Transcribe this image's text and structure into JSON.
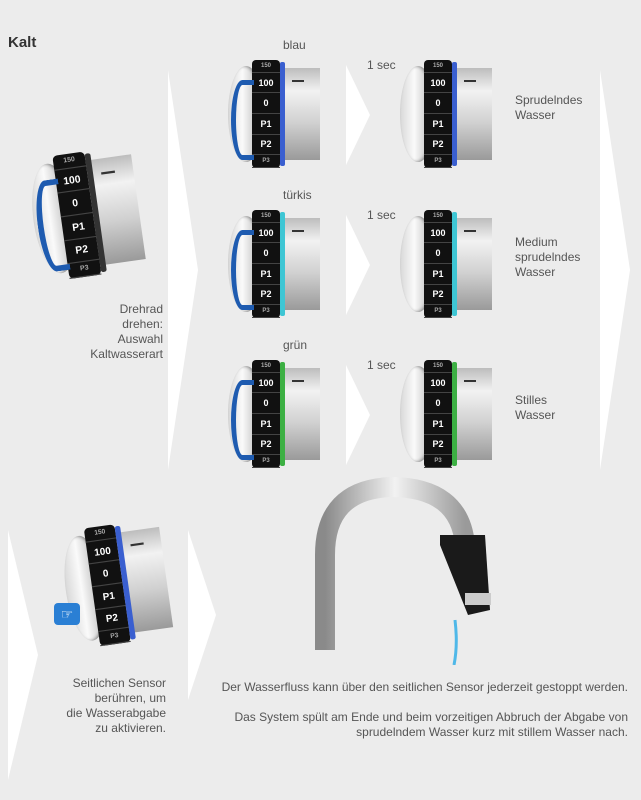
{
  "title": "Kalt",
  "dial": {
    "labels": [
      "150",
      "100",
      "0",
      "P1",
      "P2",
      "P3"
    ]
  },
  "step1_label": [
    "Drehrad",
    "drehen:",
    "Auswahl",
    "Kaltwasserart"
  ],
  "rows": [
    {
      "color_name": "blau",
      "color": "#3a5fd0",
      "delay": "1 sec",
      "result": [
        "Sprudelndes",
        "Wasser"
      ]
    },
    {
      "color_name": "türkis",
      "color": "#3ec6d4",
      "delay": "1 sec",
      "result": [
        "Medium",
        "sprudelndes",
        "Wasser"
      ]
    },
    {
      "color_name": "grün",
      "color": "#3cb043",
      "delay": "1 sec",
      "result": [
        "Stilles",
        "Wasser"
      ]
    }
  ],
  "step2_label": [
    "Seitlichen Sensor",
    "berühren, um",
    "die Wasserabgabe",
    "zu aktivieren."
  ],
  "note1": "Der Wasserfluss kann über den seitlichen Sensor jederzeit gestoppt werden.",
  "note2": [
    "Das System spült am Ende und beim vorzeitigen Abbruch der Abgabe von",
    "sprudelndem Wasser kurz mit stillem Wasser nach."
  ],
  "water_color": "#4fb8e8"
}
